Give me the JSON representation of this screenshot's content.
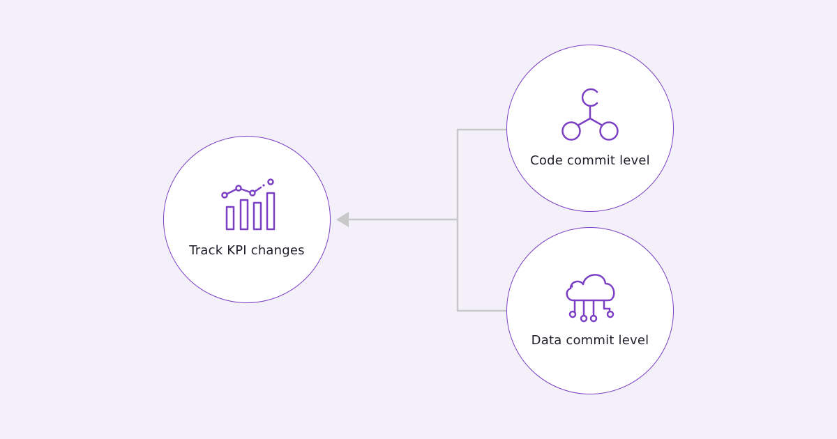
{
  "diagram": {
    "target": {
      "label": "Track KPI changes",
      "icon": "bar-chart-trend-icon"
    },
    "sources": [
      {
        "label": "Code commit level",
        "icon": "branch-nodes-icon"
      },
      {
        "label": "Data commit level",
        "icon": "cloud-circuit-icon"
      }
    ],
    "colors": {
      "background": "#f3f0fa",
      "accent": "#7b3fc4",
      "connector": "#c8c8c8",
      "text": "#1e1e2a"
    }
  }
}
